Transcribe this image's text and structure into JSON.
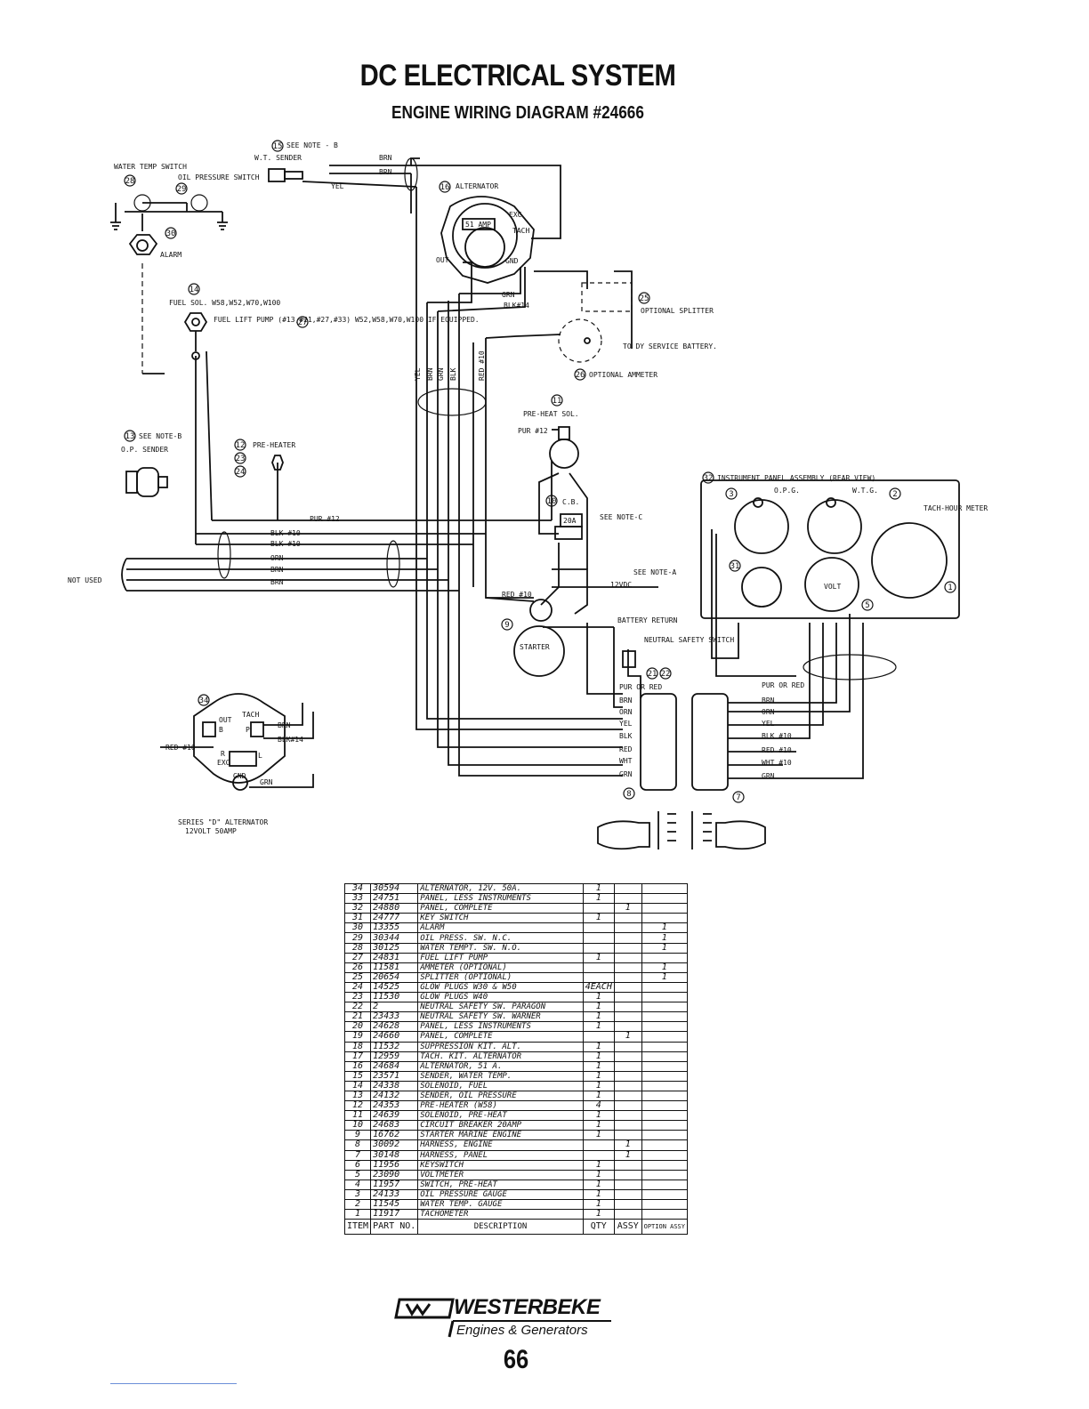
{
  "header": {
    "title": "DC ELECTRICAL SYSTEM",
    "subtitle": "ENGINE WIRING DIAGRAM #24666"
  },
  "diagram": {
    "labels": {
      "see_note_b_15": "SEE NOTE - B",
      "wt_sender": "W.T. SENDER",
      "water_temp_switch": "WATER TEMP SWITCH",
      "oil_pressure_switch": "OIL PRESSURE SWITCH",
      "alarm": "ALARM",
      "alternator": "ALTERNATOR",
      "alt_51amp": "51 AMP",
      "fuel_sol": "FUEL SOL. W58,W52,W70,W100",
      "fuel_lift_pump": "FUEL LIFT PUMP (#13,#21,#27,#33) W52,W58,W70,W100 IF EQUIPPED.",
      "optional_splitter": "OPTIONAL SPLITTER",
      "to_service_battery": "TO DY SERVICE BATTERY.",
      "optional_ammeter": "OPTIONAL AMMETER",
      "preheat_sol": "PRE-HEAT SOL.",
      "see_note_b_13": "SEE NOTE-B",
      "op_sender": "O.P. SENDER",
      "pre_heater": "PRE-HEATER",
      "cb": "C.B.",
      "cb_20a": "20A",
      "see_note_c": "SEE NOTE-C",
      "see_note_a": "SEE NOTE-A",
      "vdc": "12VDC",
      "starter": "STARTER",
      "battery_return": "BATTERY RETURN",
      "neutral_safety_switch": "NEUTRAL SAFETY SWITCH",
      "instrument_panel": "INSTRUMENT PANEL ASSEMBLY (REAR VIEW)",
      "opg": "O.P.G.",
      "wtg": "W.T.G.",
      "tach_hour_meter": "TACH-HOUR METER",
      "volt": "VOLT",
      "not_used": "NOT USED",
      "series_alt": "SERIES \"D\" ALTERNATOR",
      "series_alt_2": "12VOLT 50AMP",
      "wire_brn": "BRN",
      "wire_yel": "YEL",
      "wire_grn": "GRN",
      "wire_blk14": "BLK#14",
      "wire_pur12": "PUR #12",
      "wire_blk10": "BLK #10",
      "wire_org": "ORN",
      "wire_red10": "RED #10",
      "wire_wht10": "WHT #10",
      "wire_pur_or_red": "PUR OR RED",
      "wire_red": "RED",
      "wire_wht": "WHT",
      "wire_blk": "BLK",
      "alt_exc": "EXC",
      "alt_tach": "TACH",
      "alt_out": "OUT",
      "alt_gnd": "GND",
      "alt_b": "B",
      "alt_p": "P",
      "alt_r": "R",
      "alt_l": "L",
      "alt_gnd2": "GND"
    },
    "item_numbers": [
      "15",
      "16",
      "28",
      "29",
      "30",
      "14",
      "27",
      "25",
      "26",
      "11",
      "13",
      "12",
      "23",
      "24",
      "10",
      "9",
      "21",
      "22",
      "32",
      "3",
      "2",
      "31",
      "5",
      "1",
      "34",
      "8",
      "7"
    ]
  },
  "parts_table": {
    "headers": {
      "item": "ITEM",
      "part": "PART NO.",
      "desc": "DESCRIPTION",
      "qty": "QTY",
      "assy": "ASSY",
      "option": "OPTION ASSY"
    },
    "rows": [
      {
        "item": "34",
        "part": "30594",
        "desc": "ALTERNATOR, 12V. 50A.",
        "qty": "1",
        "assy": "",
        "option": ""
      },
      {
        "item": "33",
        "part": "24751",
        "desc": "PANEL, LESS INSTRUMENTS",
        "qty": "1",
        "assy": "",
        "option": ""
      },
      {
        "item": "32",
        "part": "24880",
        "desc": "PANEL, COMPLETE",
        "qty": "",
        "assy": "1",
        "option": ""
      },
      {
        "item": "31",
        "part": "24777",
        "desc": "KEY SWITCH",
        "qty": "1",
        "assy": "",
        "option": ""
      },
      {
        "item": "30",
        "part": "13355",
        "desc": "ALARM",
        "qty": "",
        "assy": "",
        "option": "1"
      },
      {
        "item": "29",
        "part": "30344",
        "desc": "OIL PRESS. SW. N.C.",
        "qty": "",
        "assy": "",
        "option": "1"
      },
      {
        "item": "28",
        "part": "30125",
        "desc": "WATER TEMPT. SW. N.O.",
        "qty": "",
        "assy": "",
        "option": "1"
      },
      {
        "item": "27",
        "part": "24831",
        "desc": "FUEL LIFT PUMP",
        "qty": "1",
        "assy": "",
        "option": ""
      },
      {
        "item": "26",
        "part": "11581",
        "desc": "AMMETER (OPTIONAL)",
        "qty": "",
        "assy": "",
        "option": "1"
      },
      {
        "item": "25",
        "part": "20654",
        "desc": "SPLITTER (OPTIONAL)",
        "qty": "",
        "assy": "",
        "option": "1"
      },
      {
        "item": "24",
        "part": "14525",
        "desc": "GLOW PLUGS W30 & W50",
        "qty": "4EACH",
        "assy": "",
        "option": ""
      },
      {
        "item": "23",
        "part": "11530",
        "desc": "GLOW PLUGS W40",
        "qty": "1",
        "assy": "",
        "option": ""
      },
      {
        "item": "22",
        "part": "2",
        "desc": "NEUTRAL SAFETY SW. PARAGON",
        "qty": "1",
        "assy": "",
        "option": ""
      },
      {
        "item": "21",
        "part": "23433",
        "desc": "NEUTRAL SAFETY SW. WARNER",
        "qty": "1",
        "assy": "",
        "option": ""
      },
      {
        "item": "20",
        "part": "24628",
        "desc": "PANEL, LESS INSTRUMENTS",
        "qty": "1",
        "assy": "",
        "option": ""
      },
      {
        "item": "19",
        "part": "24660",
        "desc": "PANEL, COMPLETE",
        "qty": "",
        "assy": "1",
        "option": ""
      },
      {
        "item": "18",
        "part": "11532",
        "desc": "SUPPRESSION KIT. ALT.",
        "qty": "1",
        "assy": "",
        "option": ""
      },
      {
        "item": "17",
        "part": "12959",
        "desc": "TACH. KIT. ALTERNATOR",
        "qty": "1",
        "assy": "",
        "option": ""
      },
      {
        "item": "16",
        "part": "24684",
        "desc": "ALTERNATOR, 51 A.",
        "qty": "1",
        "assy": "",
        "option": ""
      },
      {
        "item": "15",
        "part": "23571",
        "desc": "SENDER, WATER TEMP.",
        "qty": "1",
        "assy": "",
        "option": ""
      },
      {
        "item": "14",
        "part": "24338",
        "desc": "SOLENOID, FUEL",
        "qty": "1",
        "assy": "",
        "option": ""
      },
      {
        "item": "13",
        "part": "24132",
        "desc": "SENDER, OIL PRESSURE",
        "qty": "1",
        "assy": "",
        "option": ""
      },
      {
        "item": "12",
        "part": "24353",
        "desc": "PRE-HEATER (W58)",
        "qty": "4",
        "assy": "",
        "option": ""
      },
      {
        "item": "11",
        "part": "24639",
        "desc": "SOLENOID, PRE-HEAT",
        "qty": "1",
        "assy": "",
        "option": ""
      },
      {
        "item": "10",
        "part": "24683",
        "desc": "CIRCUIT BREAKER 20AMP",
        "qty": "1",
        "assy": "",
        "option": ""
      },
      {
        "item": "9",
        "part": "16762",
        "desc": "STARTER MARINE ENGINE",
        "qty": "1",
        "assy": "",
        "option": ""
      },
      {
        "item": "8",
        "part": "30092",
        "desc": "HARNESS, ENGINE",
        "qty": "",
        "assy": "1",
        "option": ""
      },
      {
        "item": "7",
        "part": "30148",
        "desc": "HARNESS, PANEL",
        "qty": "",
        "assy": "1",
        "option": ""
      },
      {
        "item": "6",
        "part": "11956",
        "desc": "KEYSWITCH",
        "qty": "1",
        "assy": "",
        "option": ""
      },
      {
        "item": "5",
        "part": "23090",
        "desc": "VOLTMETER",
        "qty": "1",
        "assy": "",
        "option": ""
      },
      {
        "item": "4",
        "part": "11957",
        "desc": "SWITCH, PRE-HEAT",
        "qty": "1",
        "assy": "",
        "option": ""
      },
      {
        "item": "3",
        "part": "24133",
        "desc": "OIL PRESSURE GAUGE",
        "qty": "1",
        "assy": "",
        "option": ""
      },
      {
        "item": "2",
        "part": "11545",
        "desc": "WATER TEMP. GAUGE",
        "qty": "1",
        "assy": "",
        "option": ""
      },
      {
        "item": "1",
        "part": "11917",
        "desc": "TACHOMETER",
        "qty": "1",
        "assy": "",
        "option": ""
      }
    ]
  },
  "footer": {
    "brand": "WESTERBEKE",
    "brand_sub": "Engines & Generators",
    "page_number": "66"
  }
}
